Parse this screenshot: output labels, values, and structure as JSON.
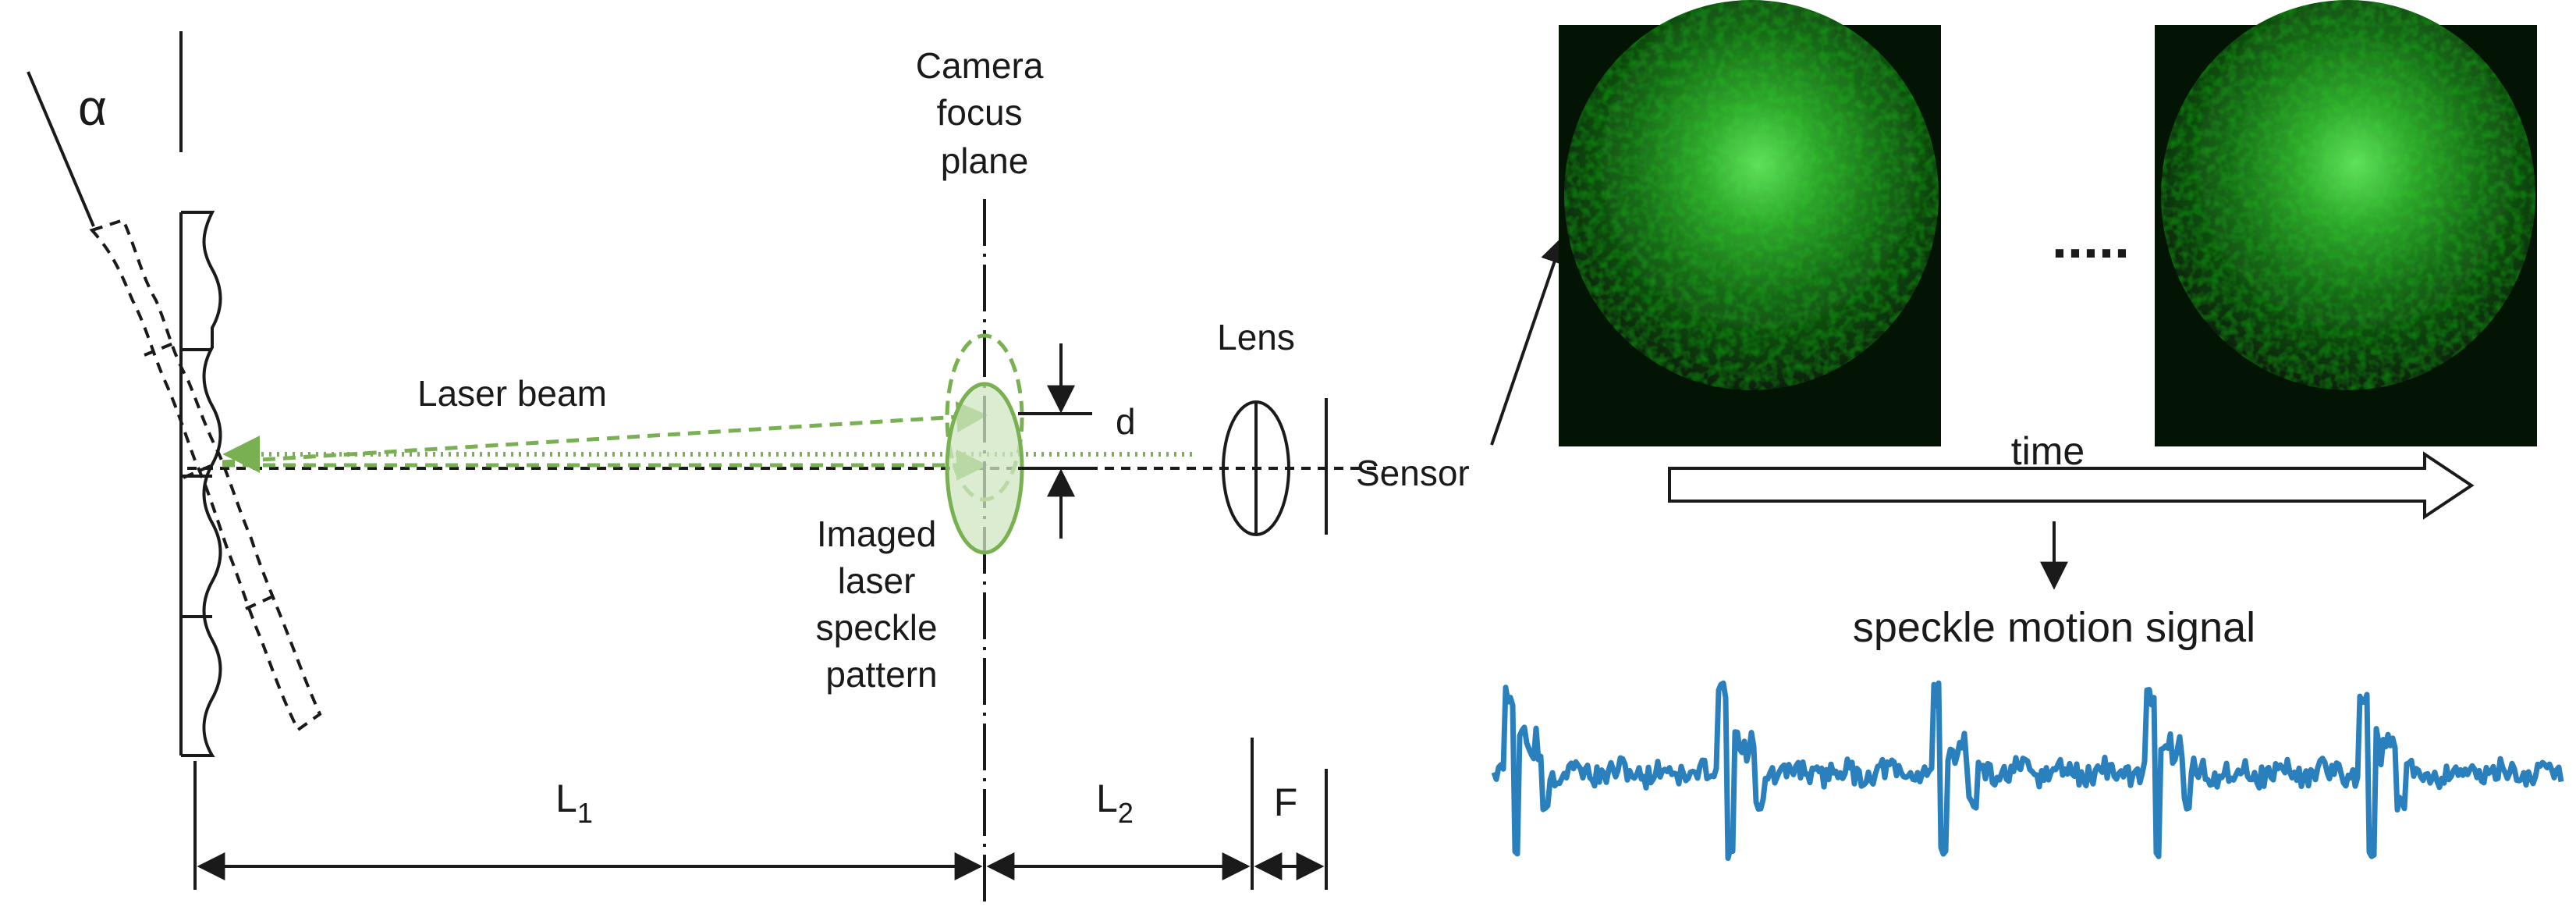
{
  "labels": {
    "alpha": "α",
    "camera_focus_plane": [
      "Camera",
      "focus",
      "plane"
    ],
    "lens": "Lens",
    "sensor": "Sensor",
    "laser_beam": "Laser beam",
    "d": "d",
    "imaged_pattern": [
      "Imaged",
      "laser",
      "speckle",
      "pattern"
    ],
    "L1": {
      "base": "L",
      "sub": "1"
    },
    "L2": {
      "base": "L",
      "sub": "2"
    },
    "F": "F",
    "ellipsis": ".....",
    "time": "time",
    "speckle_motion_signal": "speckle motion signal"
  },
  "colors": {
    "line": "#1a1a1a",
    "laser_green": "#79b052",
    "laser_fill": "#cfe6c0",
    "signal_blue": "#2a7fbd",
    "speckle_bright": "#4fd24f",
    "speckle_dark": "#041404"
  },
  "signal": {
    "beat_count": 5,
    "baseline": 0,
    "description_note": ""
  }
}
